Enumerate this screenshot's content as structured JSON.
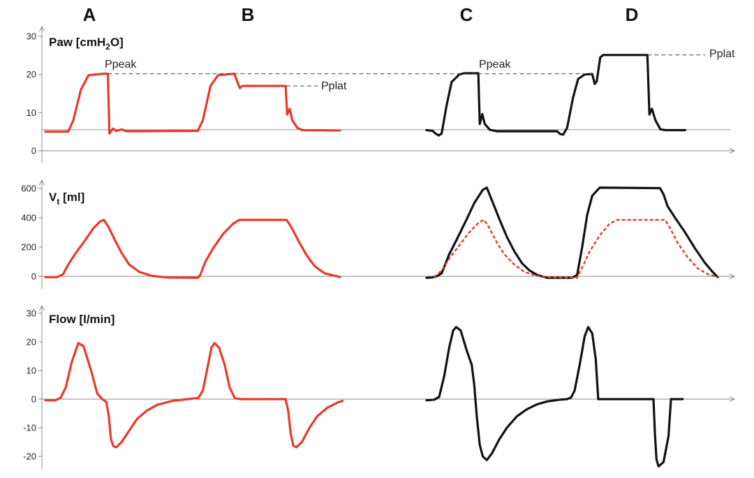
{
  "colors": {
    "pressure_controlled": "#e8392a",
    "volume_controlled": "#111111",
    "axis": "#8a8a8a"
  },
  "panel_letters": [
    "A",
    "B",
    "C",
    "D"
  ],
  "annotations": {
    "ppeak": "Ppeak",
    "pplat": "Pplat"
  },
  "chart_data": [
    {
      "type": "line",
      "id": "pressure",
      "ylabel": {
        "main": "Paw [cmH",
        "sub": "2",
        "end": "O]"
      },
      "yticks": [
        0,
        10,
        20,
        30
      ],
      "ytick_labels": [
        "0",
        "10",
        "20",
        "30"
      ],
      "ylim": [
        0,
        30
      ],
      "peep": 5.5,
      "series": [
        {
          "color": "red",
          "style": "solid",
          "points": [
            [
              0.0,
              5.0
            ],
            [
              4.5,
              5.0
            ],
            [
              5.5,
              8
            ],
            [
              7,
              16
            ],
            [
              8.5,
              19.8
            ],
            [
              11.5,
              20.2
            ],
            [
              12.3,
              20.2
            ],
            [
              12.6,
              4.5
            ],
            [
              13.3,
              5.8
            ],
            [
              14,
              5.2
            ],
            [
              15,
              5.6
            ],
            [
              16,
              5.1
            ],
            [
              30,
              5.2
            ]
          ]
        },
        {
          "color": "red",
          "style": "solid",
          "points": [
            [
              30,
              5.2
            ],
            [
              31,
              8
            ],
            [
              32.5,
              17
            ],
            [
              34,
              19.8
            ],
            [
              37.2,
              20.2
            ],
            [
              38,
              17.3
            ],
            [
              38.3,
              16.4
            ],
            [
              38.8,
              17.0
            ],
            [
              47.3,
              17.0
            ],
            [
              47.6,
              9.5
            ],
            [
              48.1,
              11
            ],
            [
              48.6,
              8
            ],
            [
              49.6,
              6
            ],
            [
              50.6,
              5.4
            ],
            [
              58,
              5.3
            ]
          ]
        },
        {
          "color": "black",
          "style": "solid",
          "points": [
            [
              0,
              5.4
            ],
            [
              1.2,
              5.2
            ],
            [
              1.8,
              4.5
            ],
            [
              2.4,
              4.0
            ],
            [
              3,
              4.5
            ],
            [
              4,
              12
            ],
            [
              5,
              18
            ],
            [
              6.5,
              20.0
            ],
            [
              7.5,
              20.3
            ],
            [
              10.3,
              20.3
            ],
            [
              10.6,
              7
            ],
            [
              11.1,
              9.6
            ],
            [
              11.6,
              7
            ],
            [
              12.6,
              5.5
            ],
            [
              14,
              5.1
            ],
            [
              26,
              5.1
            ],
            [
              26.6,
              4.4
            ],
            [
              27.2,
              4.2
            ],
            [
              28,
              6
            ],
            [
              29.2,
              14
            ],
            [
              30.2,
              18.8
            ],
            [
              31.5,
              20.0
            ],
            [
              33,
              20.1
            ],
            [
              33.5,
              17.5
            ],
            [
              33.9,
              18.2
            ],
            [
              34.6,
              24.5
            ],
            [
              35.2,
              25.1
            ],
            [
              44,
              25.1
            ],
            [
              44.4,
              9.5
            ],
            [
              44.9,
              11
            ],
            [
              45.6,
              8
            ],
            [
              46.6,
              5.6
            ],
            [
              47.6,
              5.4
            ],
            [
              51.5,
              5.4
            ]
          ]
        }
      ]
    },
    {
      "type": "line",
      "id": "volume",
      "ylabel": {
        "main": "V",
        "sub": "t",
        "end": " [ml]"
      },
      "yticks": [
        0,
        200,
        400,
        600
      ],
      "ytick_labels": [
        "0",
        "200",
        "400",
        "600"
      ],
      "ylim": [
        0,
        600
      ],
      "series": [
        {
          "color": "red",
          "style": "solid",
          "points": [
            [
              0,
              -5
            ],
            [
              2.3,
              -5
            ],
            [
              3.5,
              15
            ],
            [
              4.5,
              80
            ],
            [
              5.8,
              150
            ],
            [
              7.5,
              230
            ],
            [
              9.5,
              330
            ],
            [
              10.8,
              375
            ],
            [
              11.5,
              385
            ],
            [
              12.4,
              340
            ],
            [
              13.5,
              260
            ],
            [
              15,
              160
            ],
            [
              16.5,
              80
            ],
            [
              18.5,
              30
            ],
            [
              21,
              3
            ],
            [
              24,
              -8
            ],
            [
              30,
              -10
            ]
          ]
        },
        {
          "color": "red",
          "style": "solid",
          "points": [
            [
              30,
              -10
            ],
            [
              30.5,
              10
            ],
            [
              31.5,
              100
            ],
            [
              33,
              190
            ],
            [
              35,
              290
            ],
            [
              37,
              360
            ],
            [
              38.2,
              385
            ],
            [
              47.5,
              385
            ],
            [
              48.5,
              330
            ],
            [
              50,
              230
            ],
            [
              51.5,
              140
            ],
            [
              53,
              70
            ],
            [
              55,
              20
            ],
            [
              58,
              -5
            ]
          ]
        },
        {
          "color": "black",
          "style": "solid",
          "points": [
            [
              0,
              -10
            ],
            [
              1,
              -8
            ],
            [
              2,
              0
            ],
            [
              3,
              20
            ],
            [
              4.5,
              150
            ],
            [
              6,
              250
            ],
            [
              8,
              390
            ],
            [
              9.5,
              500
            ],
            [
              11.2,
              590
            ],
            [
              12,
              605
            ],
            [
              13,
              520
            ],
            [
              14.5,
              390
            ],
            [
              16,
              270
            ],
            [
              17.5,
              170
            ],
            [
              19,
              90
            ],
            [
              20.5,
              40
            ],
            [
              22,
              10
            ],
            [
              24,
              -10
            ],
            [
              29,
              -10
            ],
            [
              30,
              10
            ],
            [
              31,
              200
            ],
            [
              32,
              420
            ],
            [
              33,
              550
            ],
            [
              34.5,
              605
            ],
            [
              46.5,
              602
            ],
            [
              47.2,
              560
            ],
            [
              48,
              480
            ],
            [
              49.5,
              400
            ],
            [
              51.5,
              300
            ],
            [
              53.5,
              190
            ],
            [
              55.5,
              90
            ],
            [
              57,
              30
            ],
            [
              58,
              -5
            ]
          ]
        },
        {
          "color": "red",
          "style": "dashed",
          "points": [
            [
              1.5,
              -5
            ],
            [
              3,
              40
            ],
            [
              4.5,
              120
            ],
            [
              6.5,
              210
            ],
            [
              8.5,
              300
            ],
            [
              10.5,
              370
            ],
            [
              11.5,
              385
            ],
            [
              12.5,
              330
            ],
            [
              14,
              230
            ],
            [
              15.5,
              150
            ],
            [
              17.5,
              80
            ],
            [
              19.5,
              30
            ],
            [
              22,
              3
            ],
            [
              25,
              -8
            ],
            [
              30,
              -10
            ],
            [
              31,
              60
            ],
            [
              32.5,
              170
            ],
            [
              34.5,
              280
            ],
            [
              36.5,
              360
            ],
            [
              38,
              385
            ],
            [
              47.5,
              385
            ],
            [
              48.5,
              330
            ],
            [
              50,
              230
            ],
            [
              52,
              130
            ],
            [
              54,
              55
            ],
            [
              56,
              15
            ],
            [
              58,
              -5
            ]
          ]
        }
      ]
    },
    {
      "type": "line",
      "id": "flow",
      "ylabel": {
        "main": "Flow [l/min]",
        "sub": "",
        "end": ""
      },
      "yticks": [
        -20,
        -10,
        0,
        10,
        20,
        30
      ],
      "ytick_labels": [
        "-20",
        "-10",
        "0",
        "10",
        "20",
        "30"
      ],
      "ylim": [
        -20,
        30
      ],
      "series": [
        {
          "color": "red",
          "style": "solid",
          "points": [
            [
              0,
              -0.4
            ],
            [
              2,
              -0.4
            ],
            [
              3,
              0.5
            ],
            [
              4,
              4
            ],
            [
              5.2,
              13
            ],
            [
              6.5,
              19.6
            ],
            [
              7.5,
              18.5
            ],
            [
              9,
              10
            ],
            [
              10.2,
              2
            ],
            [
              11.2,
              0
            ],
            [
              12,
              -1
            ],
            [
              12.5,
              -6
            ],
            [
              12.9,
              -14
            ],
            [
              13.4,
              -16.5
            ],
            [
              14,
              -16.8
            ],
            [
              15,
              -15
            ],
            [
              16.5,
              -11
            ],
            [
              18,
              -7
            ],
            [
              20,
              -4
            ],
            [
              22,
              -2
            ],
            [
              25,
              -0.6
            ],
            [
              28,
              0
            ],
            [
              29,
              0.2
            ],
            [
              30.1,
              0.4
            ],
            [
              31,
              3
            ],
            [
              31.8,
              10
            ],
            [
              32.7,
              18
            ],
            [
              33.3,
              19.6
            ],
            [
              34.2,
              18
            ],
            [
              35.3,
              12
            ],
            [
              36.3,
              4
            ],
            [
              37.3,
              0.3
            ],
            [
              38.5,
              0
            ],
            [
              47.3,
              0
            ],
            [
              47.8,
              -4
            ],
            [
              48.3,
              -12
            ],
            [
              48.8,
              -16.3
            ],
            [
              49.4,
              -16.8
            ],
            [
              50.5,
              -15
            ],
            [
              52,
              -10
            ],
            [
              53.5,
              -6
            ],
            [
              55.5,
              -3
            ],
            [
              57.5,
              -1.2
            ],
            [
              58.5,
              -0.6
            ]
          ]
        },
        {
          "color": "black",
          "style": "solid",
          "points": [
            [
              0,
              -0.4
            ],
            [
              1.5,
              -0.2
            ],
            [
              2.5,
              0.8
            ],
            [
              3.5,
              8
            ],
            [
              4.5,
              18
            ],
            [
              5.3,
              24
            ],
            [
              5.9,
              25.2
            ],
            [
              6.8,
              24
            ],
            [
              8,
              17
            ],
            [
              9,
              12
            ],
            [
              9.5,
              5
            ],
            [
              10,
              -6
            ],
            [
              10.6,
              -16
            ],
            [
              11.2,
              -20
            ],
            [
              12,
              -21.3
            ],
            [
              13,
              -19
            ],
            [
              14.5,
              -14
            ],
            [
              16,
              -10
            ],
            [
              18,
              -6
            ],
            [
              20,
              -3.5
            ],
            [
              22,
              -1.8
            ],
            [
              24,
              -0.8
            ],
            [
              26.5,
              -0.2
            ],
            [
              28,
              0
            ],
            [
              28.8,
              0.6
            ],
            [
              29.5,
              3
            ],
            [
              30.5,
              12
            ],
            [
              31.5,
              22
            ],
            [
              32.2,
              25.2
            ],
            [
              33,
              23
            ],
            [
              33.7,
              14
            ],
            [
              34.2,
              0
            ],
            [
              45.2,
              0
            ],
            [
              45.5,
              -12
            ],
            [
              45.8,
              -21
            ],
            [
              46.2,
              -23.5
            ],
            [
              47.2,
              -22
            ],
            [
              48.2,
              -13
            ],
            [
              48.7,
              0
            ],
            [
              51,
              0
            ]
          ]
        }
      ]
    }
  ]
}
